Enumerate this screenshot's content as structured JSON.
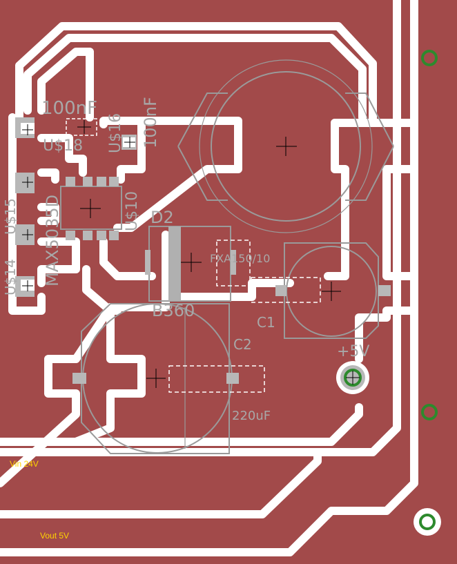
{
  "labels": {
    "c_100nf_top": "100nF",
    "c_100nf_side": "100nF",
    "u18": "U$18",
    "u16": "U$16",
    "u15": "U$15",
    "u14": "U$14",
    "u10": "U$10",
    "ic": "MAX5035D",
    "d2": "D2",
    "b360": "B360",
    "fxa": "FXA150/10",
    "c1": "C1",
    "c2": "C2",
    "c2_value": "220uF",
    "plus5v": "+5V",
    "vin": "Vin 24V",
    "vout": "Vout  5V"
  },
  "colors": {
    "copper": "#a24a4a",
    "trace": "#ffffff",
    "silkscreen": "#9a9a9a",
    "pad": "#b8b8b8",
    "hole": "#2d8a2d",
    "net_label": "#ffd400"
  }
}
